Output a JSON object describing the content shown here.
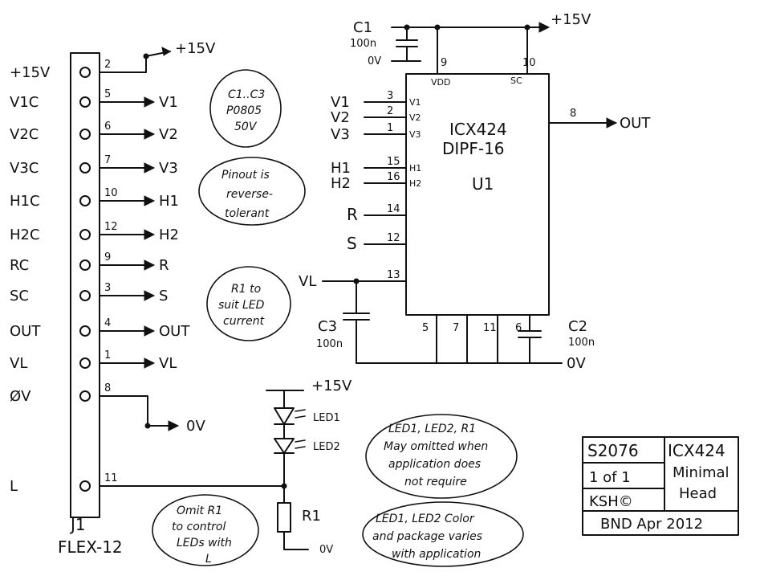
{
  "connector": {
    "pins": [
      {
        "left": "+15V",
        "num": "2",
        "right": "+15V"
      },
      {
        "left": "V1C",
        "num": "5",
        "right": "V1"
      },
      {
        "left": "V2C",
        "num": "6",
        "right": "V2"
      },
      {
        "left": "V3C",
        "num": "7",
        "right": "V3"
      },
      {
        "left": "H1C",
        "num": "10",
        "right": "H1"
      },
      {
        "left": "H2C",
        "num": "12",
        "right": "H2"
      },
      {
        "left": "RC",
        "num": "9",
        "right": "R"
      },
      {
        "left": "SC",
        "num": "3",
        "right": "S"
      },
      {
        "left": "OUT",
        "num": "4",
        "right": "OUT"
      },
      {
        "left": "VL",
        "num": "1",
        "right": "VL"
      },
      {
        "left": "ØV",
        "num": "8",
        "right": "0V"
      },
      {
        "left": "L",
        "num": "11",
        "right": ""
      }
    ],
    "ref": "J1",
    "type": "FLEX-12"
  },
  "ic": {
    "name": "ICX424",
    "package": "DIPF-16",
    "ref": "U1",
    "vdd_label": "VDD",
    "vdd_pin": "9",
    "sc_label": "SC",
    "sc_pin": "10",
    "out_pin": "8",
    "out_label": "OUT",
    "left_pins": [
      {
        "net": "V1",
        "pin": "3",
        "name": "V1"
      },
      {
        "net": "V2",
        "pin": "2",
        "name": "V2"
      },
      {
        "net": "V3",
        "pin": "1",
        "name": "V3"
      },
      {
        "net": "H1",
        "pin": "15",
        "name": "H1"
      },
      {
        "net": "H2",
        "pin": "16",
        "name": "H2"
      },
      {
        "net": "R",
        "pin": "14",
        "name": ""
      },
      {
        "net": "S",
        "pin": "12",
        "name": ""
      },
      {
        "net": "VL",
        "pin": "13",
        "name": ""
      }
    ],
    "bottom_pins": [
      "5",
      "7",
      "11",
      "6"
    ]
  },
  "caps": {
    "c1": {
      "ref": "C1",
      "value": "100n"
    },
    "c2": {
      "ref": "C2",
      "value": "100n"
    },
    "c3": {
      "ref": "C3",
      "value": "100n"
    }
  },
  "rails": {
    "top": "+15V",
    "top_0v": "0V",
    "bottom_0v": "0V",
    "led_15v": "+15V",
    "r1_0v": "0V"
  },
  "leds": {
    "led1": "LED1",
    "led2": "LED2",
    "r1": "R1"
  },
  "notes": {
    "caps": [
      "C1..C3",
      "P0805",
      "50V"
    ],
    "pinout": [
      "Pinout is",
      "reverse-",
      "tolerant"
    ],
    "r1": [
      "R1 to",
      "suit LED",
      "current"
    ],
    "omit": [
      "LED1, LED2, R1",
      "May omitted when",
      "application does",
      "not require"
    ],
    "color": [
      "LED1, LED2 Color",
      "and package varies",
      "with application"
    ],
    "omitr1": [
      "Omit R1",
      "to control",
      "LEDs with",
      "L"
    ]
  },
  "titleblock": {
    "doc": "S2076",
    "title1": "ICX424",
    "title2": "Minimal",
    "title3": "Head",
    "sheet": "1 of 1",
    "author": "KSH©",
    "sig": "BND Apr 2012"
  }
}
